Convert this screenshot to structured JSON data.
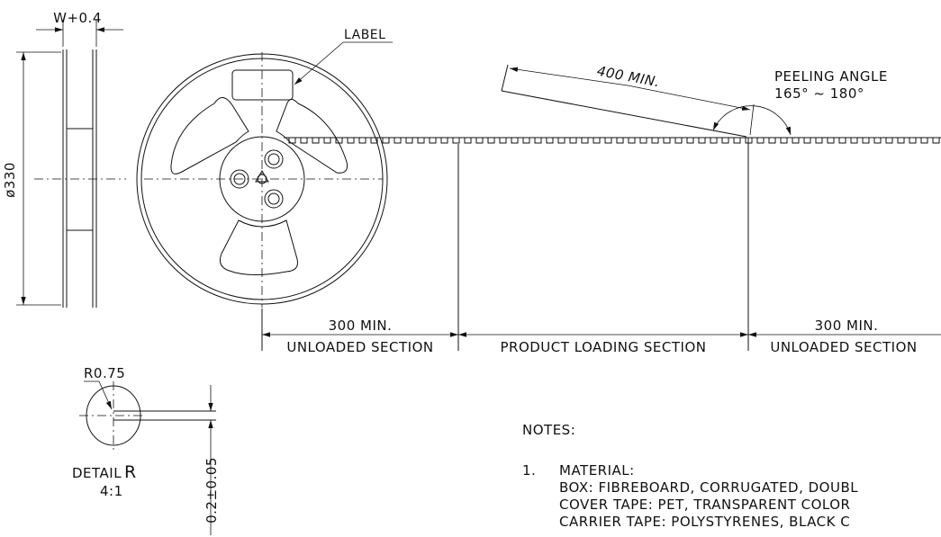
{
  "reel_side_view": {
    "width_dim": "W+0.4",
    "diameter_dim": "ø330"
  },
  "reel_front_view": {
    "label_callout": "LABEL"
  },
  "tape": {
    "leader_dim": "400 MIN.",
    "peeling_angle_title": "PEELING ANGLE",
    "peeling_angle_value": "165° ~ 180°",
    "sections": [
      {
        "dim": "300 MIN.",
        "name": "UNLOADED SECTION"
      },
      {
        "dim": "",
        "name": "PRODUCT LOADING SECTION"
      },
      {
        "dim": "300 MIN.",
        "name": "UNLOADED SECTION"
      }
    ]
  },
  "detail": {
    "radius": "R0.75",
    "title": "DETAIL",
    "letter": "R",
    "scale": "4:1",
    "thickness_dim": "0.2±0.05"
  },
  "notes": {
    "heading": "NOTES:",
    "item_number": "1.",
    "item_title": "MATERIAL:",
    "lines": [
      "BOX: FIBREBOARD, CORRUGATED, DOUBL",
      "COVER TAPE: PET, TRANSPARENT COLOR",
      "CARRIER TAPE: POLYSTYRENES, BLACK C"
    ]
  }
}
